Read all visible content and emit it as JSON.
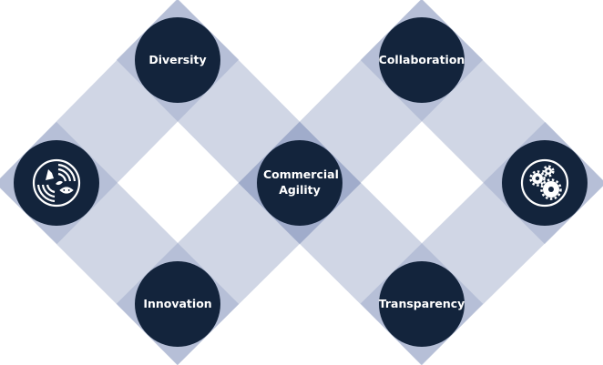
{
  "diagram": {
    "nodes": [
      {
        "id": "diversity",
        "label": "Diversity"
      },
      {
        "id": "collaboration",
        "label": "Collaboration"
      },
      {
        "id": "commercial-agility",
        "label": "Commercial Agility"
      },
      {
        "id": "innovation",
        "label": "Innovation"
      },
      {
        "id": "transparency",
        "label": "Transparency"
      }
    ],
    "icons": [
      {
        "id": "left",
        "icon": "radar-eye-icon"
      },
      {
        "id": "right",
        "icon": "gears-icon"
      }
    ],
    "colors": {
      "node": "#13243c",
      "band": "#a7b2cb",
      "text": "#ffffff"
    }
  }
}
